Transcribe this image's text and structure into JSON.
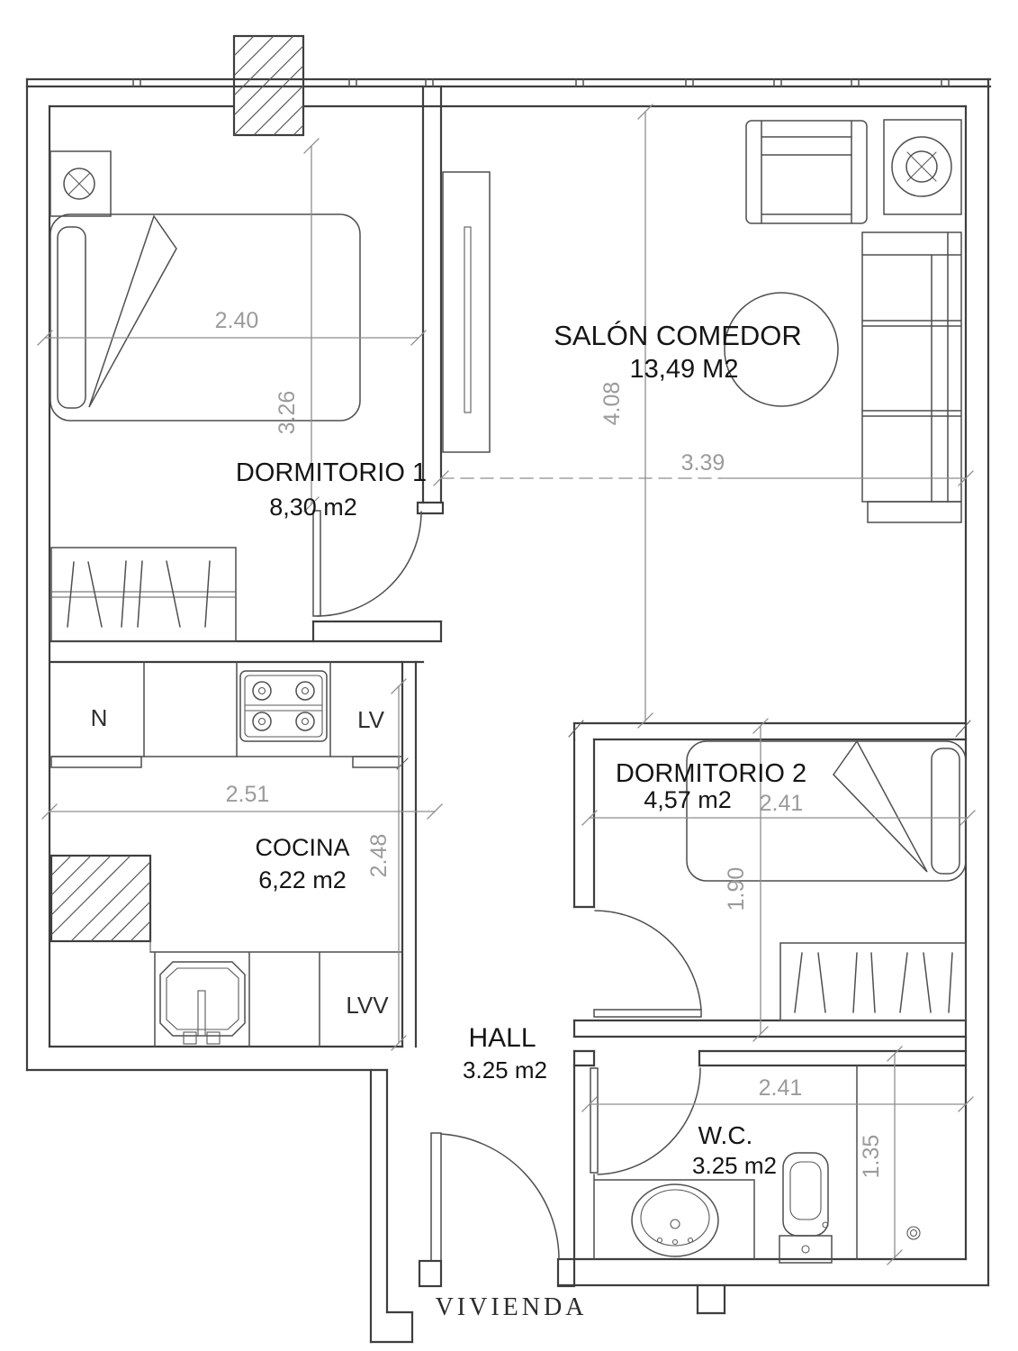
{
  "plan": {
    "title": "VIVIENDA",
    "rooms": {
      "salon": {
        "name": "SALÓN COMEDOR",
        "area": "13,49 M2"
      },
      "dorm1": {
        "name": "DORMITORIO 1",
        "area": "8,30 m2"
      },
      "dorm2": {
        "name": "DORMITORIO 2",
        "area": "4,57 m2"
      },
      "cocina": {
        "name": "COCINA",
        "area": "6,22 m2"
      },
      "hall": {
        "name": "HALL",
        "area": "3.25 m2"
      },
      "wc": {
        "name": "W.C.",
        "area": "3.25 m2"
      }
    },
    "appliances": {
      "fridge_label": "N",
      "dishwasher_label": "LV",
      "washer_label": "LVV"
    },
    "dims": {
      "dorm1_width": "2.40",
      "dorm1_depth": "3.26",
      "salon_width": "3.39",
      "salon_depth": "4.08",
      "cocina_width": "2.51",
      "cocina_depth": "2.48",
      "dorm2_width": "2.41",
      "dorm2_depth": "1.90",
      "wc_width": "2.41",
      "wc_depth": "1.35"
    },
    "colors": {
      "wall": "#3e3e3e",
      "dimension": "#9b9b9b",
      "label": "#151515",
      "background": "#ffffff"
    }
  }
}
